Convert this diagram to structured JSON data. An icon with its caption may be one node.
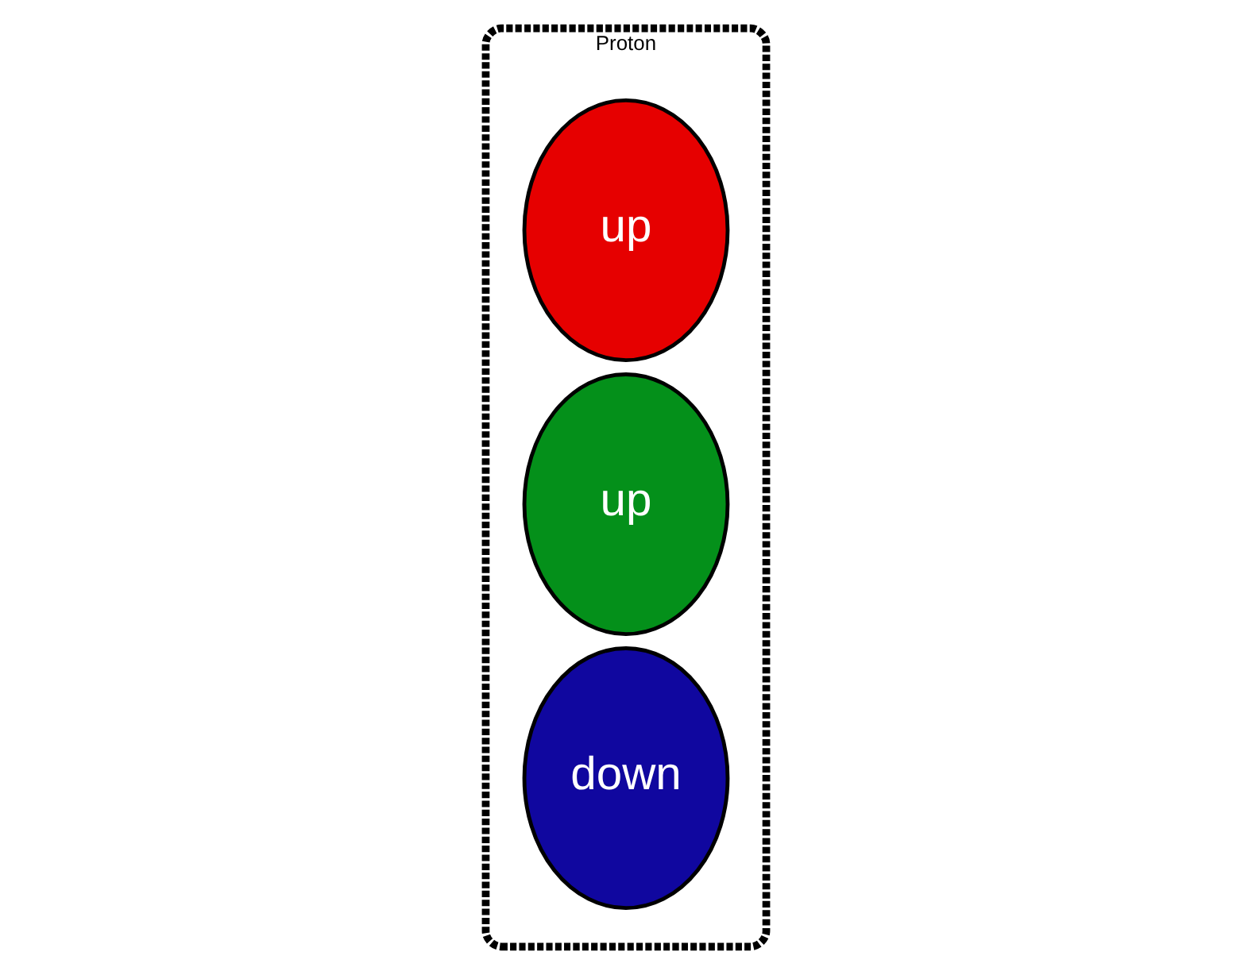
{
  "diagram": {
    "nodes": [
      {
        "text": [
          "Proton"
        ]
      },
      {
        "text": [
          "up"
        ],
        "in": 0
      },
      {
        "text": [
          "up"
        ],
        "in": 0
      },
      {
        "text": [
          "down"
        ],
        "in": 0
      }
    ]
  }
}
